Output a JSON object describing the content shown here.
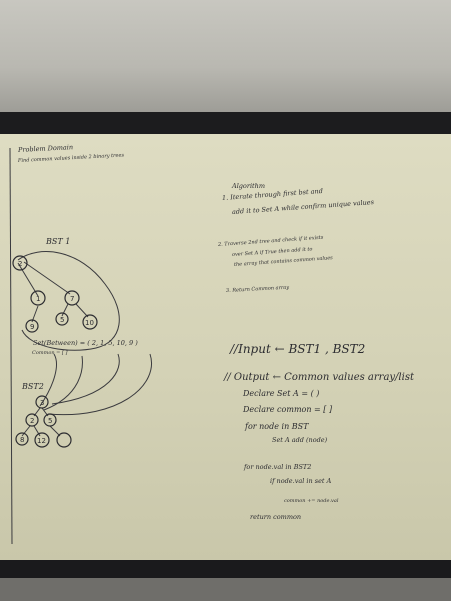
{
  "problem": {
    "title": "Problem Domain",
    "subtitle": "Find common values inside 2 binary trees"
  },
  "algorithm": {
    "heading": "Algorithm",
    "step1_line1": "1. Iterate through first bst and",
    "step1_line2": "add it to Set A while confirm unique values",
    "step2_line1": "2. Traverse 2nd tree and check if it exists",
    "step2_line2": "over Set A if True then add it to",
    "step2_line3": "the array that contains common values",
    "step3": "3. Return Common array"
  },
  "io": {
    "input": "//Input  ←  BST1 , BST2",
    "output": "// Output  ←  Common values array/list",
    "declare_set": "Declare Set A = ( )",
    "declare_common": "Declare common = [ ]",
    "for_node": "for node in BST",
    "set_add": "Set A add (node)",
    "for_node2": "for node.val in BST2",
    "if_node": "if node.val in set A",
    "common_add": "common += node.val",
    "return": "return common"
  },
  "bst1": {
    "label": "BST 1",
    "nodes": [
      "2",
      "1",
      "7",
      "5",
      "10",
      "9"
    ]
  },
  "set_line": "Set(Between) = ( 2, 1, 5, 10, 9 )",
  "common_line": "Common = [ ]",
  "bst2": {
    "label": "BST2",
    "nodes": [
      "3",
      "2",
      "5",
      "8",
      "12"
    ]
  }
}
